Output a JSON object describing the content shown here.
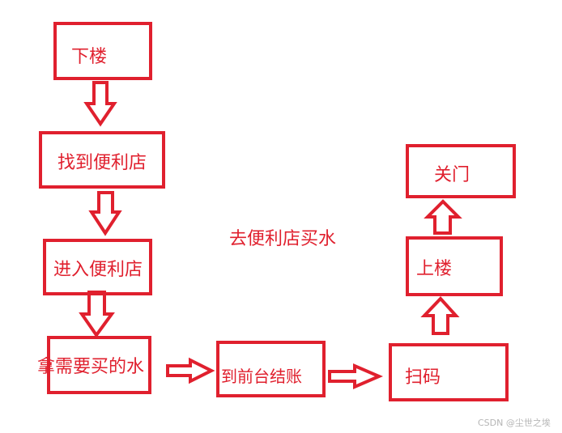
{
  "diagram": {
    "center_title": "去便利店买水",
    "steps": {
      "go_downstairs": "下楼",
      "find_store": "找到便利店",
      "enter_store": "进入便利店",
      "take_water": "拿需要买的水",
      "checkout": "到前台结账",
      "scan_code": "扫码",
      "go_upstairs": "上楼",
      "close_door": "关门"
    }
  },
  "watermark": "CSDN @尘世之埃",
  "colors": {
    "stroke": "#e0202e",
    "text": "#e0202e",
    "watermark": "#b5b5b5",
    "background": "#ffffff"
  }
}
